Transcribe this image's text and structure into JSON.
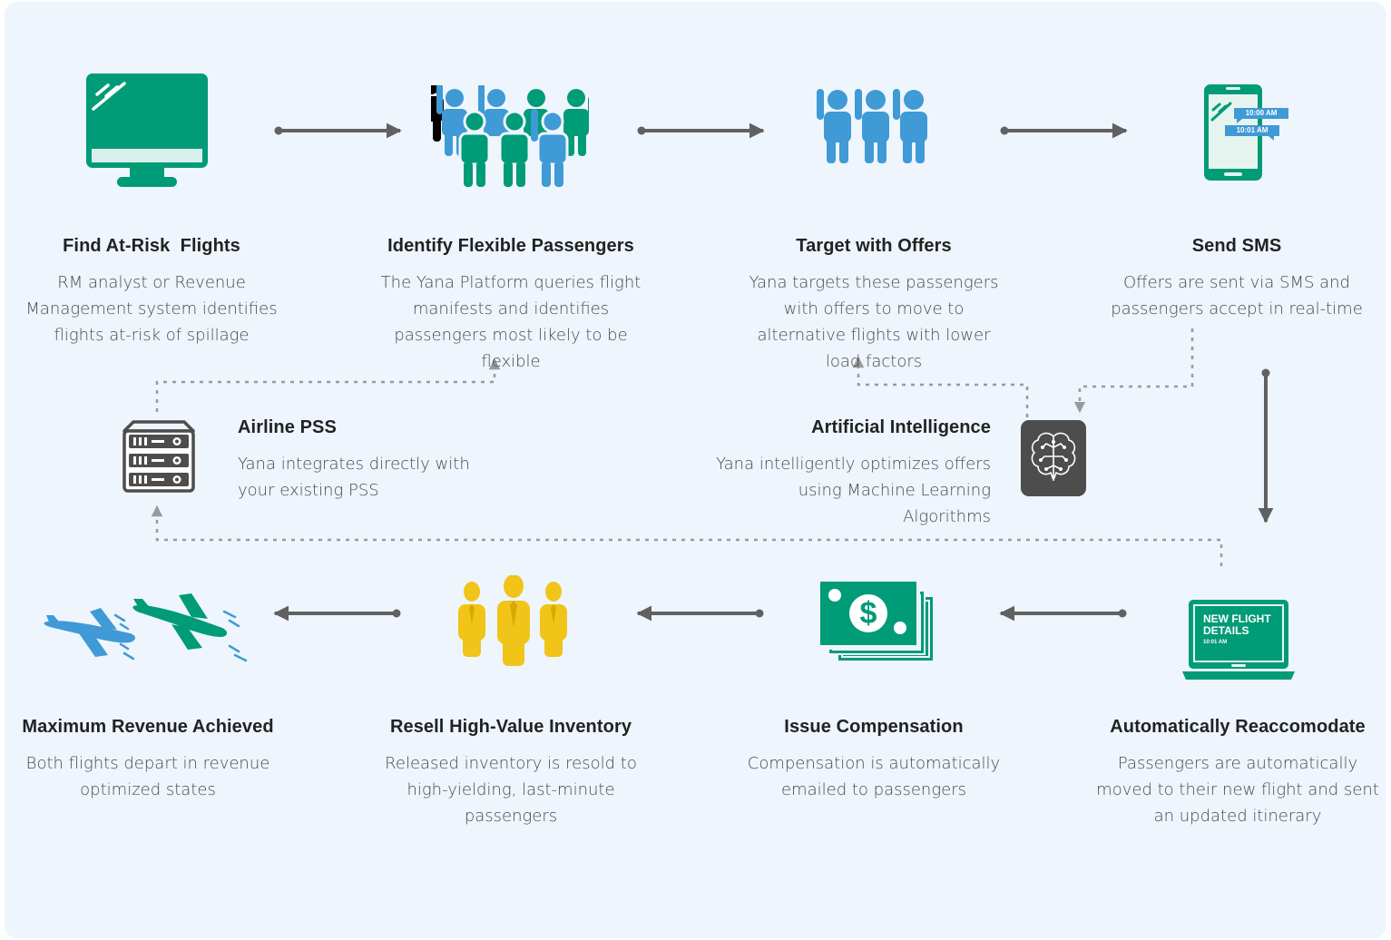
{
  "colors": {
    "green": "#009b77",
    "blue": "#3f9ad6",
    "gold": "#f0c419",
    "dark": "#4d4d4d",
    "arrow": "#616161",
    "background": "#eef5fc"
  },
  "steps": [
    {
      "id": "find-at-risk-flights",
      "icon": "monitor-icon",
      "title": "Find At-Risk  Flights",
      "description": "RM analyst or Revenue Management system identifies flights at-risk of spillage"
    },
    {
      "id": "identify-flexible-passengers",
      "icon": "passenger-group-icon",
      "title": "Identify Flexible Passengers",
      "description": "The Yana Platform queries flight manifests and identifies passengers most likely to be flexible"
    },
    {
      "id": "target-with-offers",
      "icon": "targeted-passengers-icon",
      "title": "Target with Offers",
      "description": "Yana targets these passengers with offers to move to alternative flights with lower load factors"
    },
    {
      "id": "send-sms",
      "icon": "smartphone-sms-icon",
      "title": "Send SMS",
      "description": "Offers are sent via SMS and passengers accept in real-time"
    },
    {
      "id": "automatically-reaccomodate",
      "icon": "laptop-icon",
      "title": "Automatically Reaccomodate",
      "description": "Passengers are automatically moved to their new flight and sent an updated itinerary"
    },
    {
      "id": "issue-compensation",
      "icon": "cash-icon",
      "title": "Issue Compensation",
      "description": "Compensation is automatically emailed to passengers"
    },
    {
      "id": "resell-high-value-inventory",
      "icon": "business-people-icon",
      "title": "Resell High-Value Inventory",
      "description": "Released inventory is resold to high-yielding, last-minute passengers"
    },
    {
      "id": "maximum-revenue-achieved",
      "icon": "airplanes-icon",
      "title": "Maximum Revenue Achieved",
      "description": "Both flights depart in revenue optimized states"
    }
  ],
  "side_nodes": {
    "airline_pss": {
      "icon": "server-icon",
      "title": "Airline PSS",
      "description": "Yana integrates directly with your existing PSS"
    },
    "artificial_intelligence": {
      "icon": "brain-icon",
      "title": "Artificial Intelligence",
      "description": "Yana intelligently optimizes offers using Machine Learning Algorithms"
    }
  },
  "icon_text": {
    "sms_time_1": "10:00 AM",
    "sms_time_2": "10:01 AM",
    "laptop_line_1": "NEW FLIGHT",
    "laptop_line_2": "DETAILS",
    "laptop_time": "10:01 AM",
    "cash_symbol": "$"
  }
}
